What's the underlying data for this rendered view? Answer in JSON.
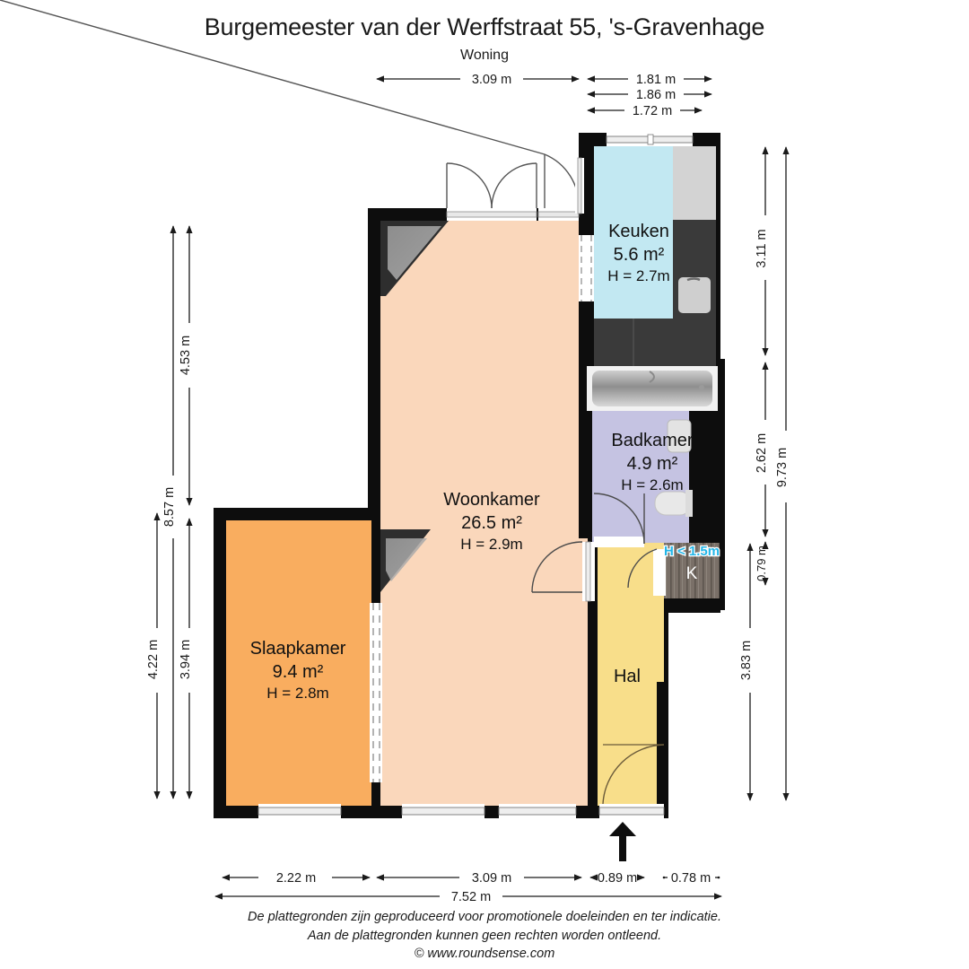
{
  "header": {
    "title": "Burgemeester van der Werffstraat 55, 's-Gravenhage",
    "subtitle": "Woning"
  },
  "footer": {
    "line1": "De plattegronden zijn geproduceerd voor promotionele doeleinden en ter indicatie.",
    "line2": "Aan de plattegronden kunnen geen rechten worden ontleend.",
    "line3": "© www.roundsense.com"
  },
  "rooms": [
    {
      "id": "woonkamer",
      "name": "Woonkamer",
      "area": "26.5 m²",
      "height": "H = 2.9m",
      "color": "#FAD7BB"
    },
    {
      "id": "slaapkamer",
      "name": "Slaapkamer",
      "area": "9.4 m²",
      "height": "H = 2.8m",
      "color": "#F9AD5F"
    },
    {
      "id": "keuken",
      "name": "Keuken",
      "area": "5.6 m²",
      "height": "H = 2.7m",
      "color": "#C2E8F2"
    },
    {
      "id": "badkamer",
      "name": "Badkamer",
      "area": "4.9 m²",
      "height": "H = 2.6m",
      "color": "#C5C3E2"
    },
    {
      "id": "hal",
      "name": "Hal",
      "area": "",
      "height": "",
      "color": "#F8DE8A"
    }
  ],
  "closet": {
    "label": "K",
    "low_height_note": "H < 1.5m"
  },
  "dimensions": {
    "top": [
      {
        "label": "3.09 m"
      },
      {
        "label": "1.81 m"
      },
      {
        "label": "1.86 m"
      },
      {
        "label": "1.72 m"
      }
    ],
    "left": [
      {
        "label": "4.22 m"
      },
      {
        "label": "8.57 m"
      },
      {
        "label": "4.53 m"
      },
      {
        "label": "3.94 m"
      }
    ],
    "right": [
      {
        "label": "3.11 m"
      },
      {
        "label": "2.62 m"
      },
      {
        "label": "0.79 m"
      },
      {
        "label": "3.83 m"
      },
      {
        "label": "9.73 m"
      }
    ],
    "bottom": [
      {
        "label": "2.22 m"
      },
      {
        "label": "3.09 m"
      },
      {
        "label": "0.89 m"
      },
      {
        "label": "0.78 m"
      },
      {
        "label": "7.52 m"
      }
    ]
  },
  "colors": {
    "wall": "#0d0d0d",
    "low_height_text": "#22b6e8",
    "woonkamer": "#FAD7BB",
    "slaapkamer": "#F9AD5F",
    "keuken": "#C2E8F2",
    "badkamer": "#C5C3E2",
    "hal": "#F8DE8A"
  }
}
